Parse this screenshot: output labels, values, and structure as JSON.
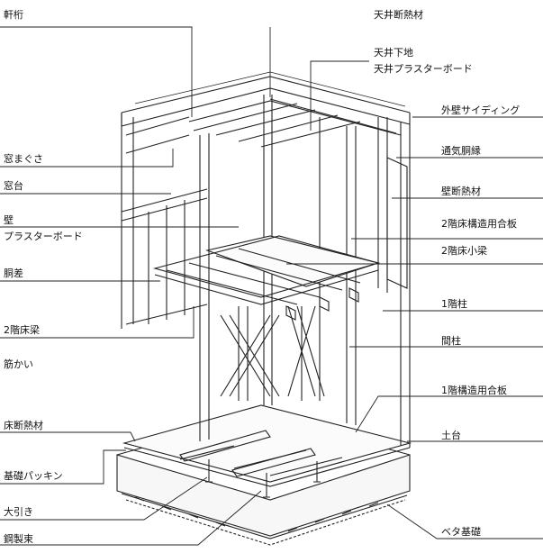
{
  "labels": {
    "nokigeta": "軒桁",
    "tenjo_dannetsu": "天井断熱材",
    "tenjo_shitaji": "天井下地",
    "tenjo_plaster": "天井プラスターボード",
    "gaiheki_siding": "外壁サイディング",
    "madomagusa": "窓まぐさ",
    "tsuki_dobuchi": "通気胴縁",
    "madodai": "窓台",
    "kabe_dannetsu": "壁断熱材",
    "kabe": "壁",
    "kabe_plaster": "プラスターボード",
    "kai2_goban": "2階床構造用合板",
    "kai2_kobari": "2階床小梁",
    "dosashi": "胴差",
    "kai1_hashira": "1階柱",
    "kai2_yukabari": "2階床梁",
    "mabashira": "間柱",
    "sujikai": "筋かい",
    "kai1_goban": "1階構造用合板",
    "yuka_dannetsu": "床断熱材",
    "dodai": "土台",
    "kiso_packing": "基礎パッキン",
    "obiki": "大引き",
    "beta_kiso": "ベタ基礎",
    "kosei_tsuka": "鋼製束"
  }
}
